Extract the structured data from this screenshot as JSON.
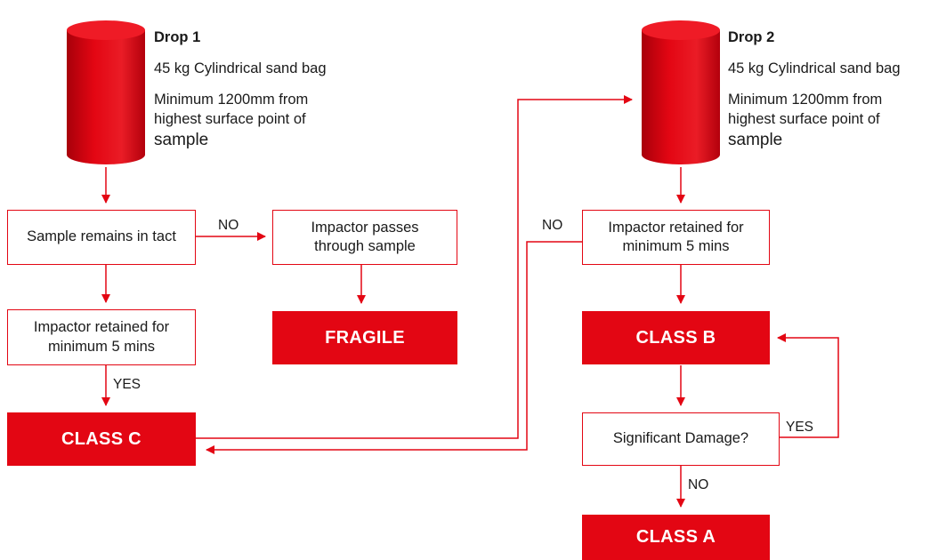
{
  "drop1": {
    "title": "Drop 1",
    "line1": "45 kg Cylindrical sand bag",
    "line2a": "Minimum 1200mm from",
    "line2b": "highest surface point of",
    "line2c": "sample"
  },
  "drop2": {
    "title": "Drop 2",
    "line1": "45 kg Cylindrical sand bag",
    "line2a": "Minimum 1200mm from",
    "line2b": "highest surface point of",
    "line2c": "sample"
  },
  "nodes": {
    "sample_intact": "Sample remains in tact",
    "passes_through_a": "Impactor passes",
    "passes_through_b": "through sample",
    "retained1_a": "Impactor retained for",
    "retained1_b": "minimum 5 mins",
    "retained2_a": "Impactor retained for",
    "retained2_b": "minimum 5 mins",
    "significant_damage": "Significant Damage?",
    "fragile": "FRAGILE",
    "class_c": "CLASS C",
    "class_b": "CLASS B",
    "class_a": "CLASS A"
  },
  "labels": {
    "no_intact": "NO",
    "yes_retained1": "YES",
    "no_retained2": "NO",
    "yes_damage": "YES",
    "no_damage": "NO"
  },
  "colors": {
    "accent": "#e30613"
  }
}
